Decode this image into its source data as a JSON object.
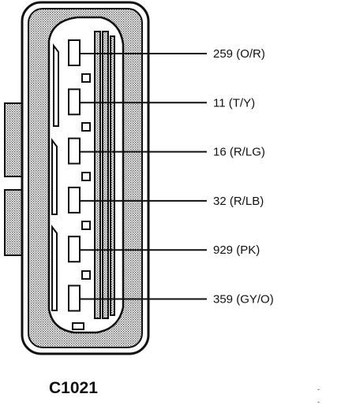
{
  "connector": {
    "id": "C1021",
    "pins": [
      {
        "label": "259 (O/R)"
      },
      {
        "label": "11 (T/Y)"
      },
      {
        "label": "16 (R/LG)"
      },
      {
        "label": "32 (R/LB)"
      },
      {
        "label": "929 (PK)"
      },
      {
        "label": "359 (GY/O)"
      }
    ]
  },
  "footer_marks": [
    "-",
    "-"
  ],
  "colors": {
    "ink": "#111111",
    "shell_fill": "#d8d8d8",
    "background": "#ffffff"
  }
}
